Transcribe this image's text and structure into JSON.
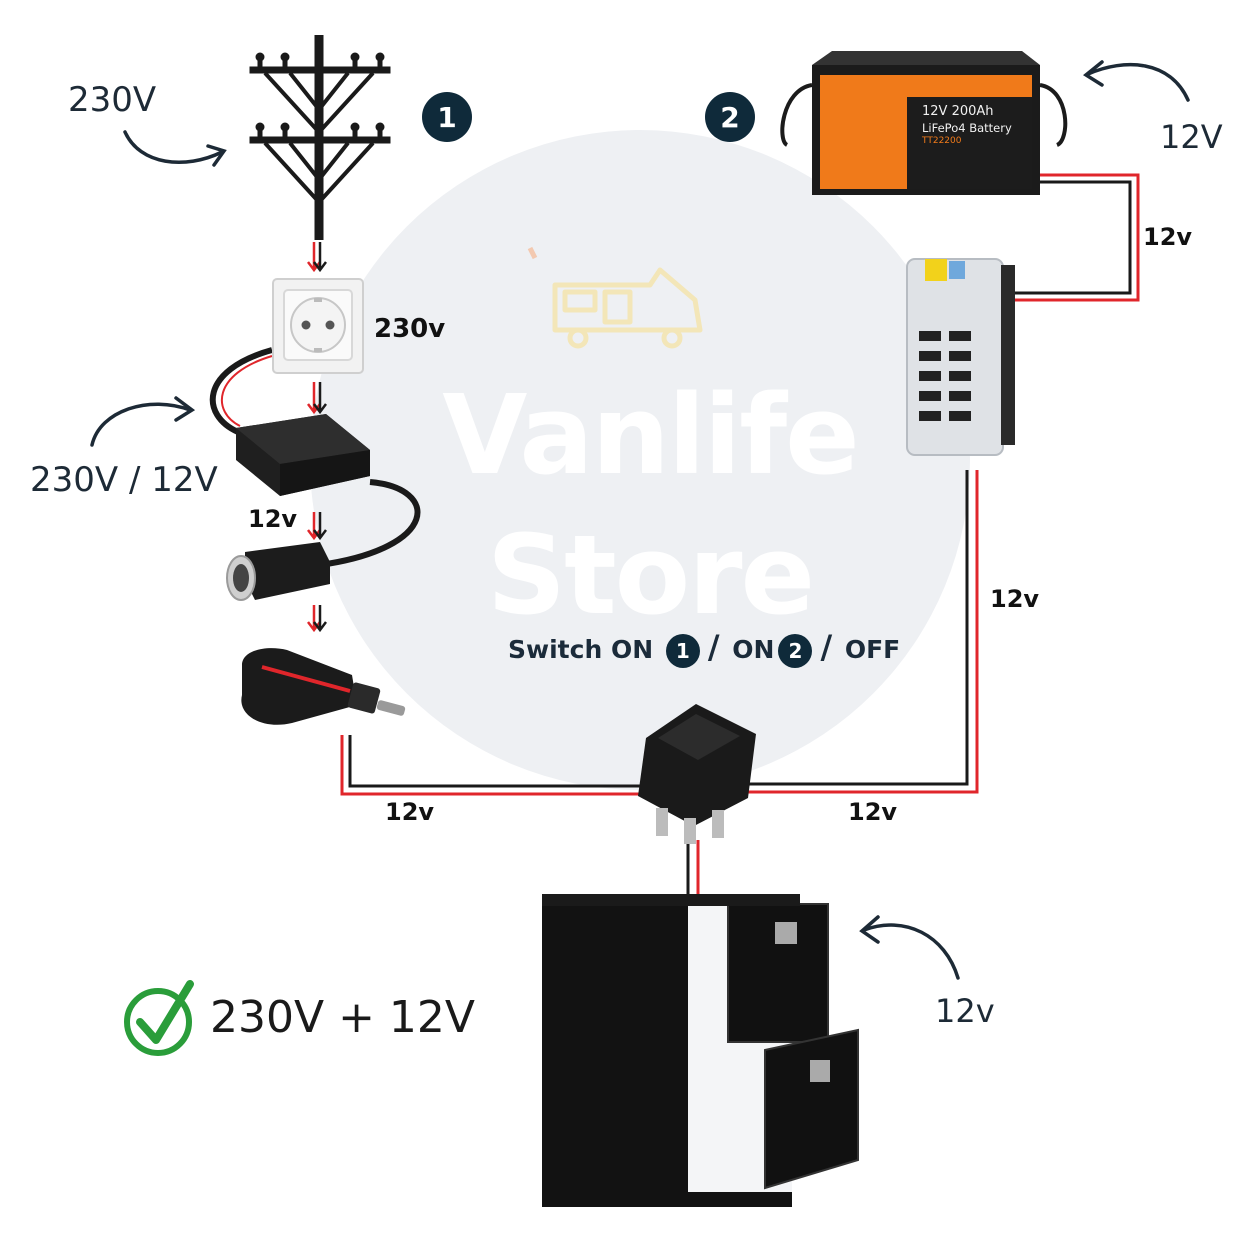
{
  "watermark": {
    "line1": "Vanlife",
    "line2": "Store"
  },
  "labels": {
    "grid_voltage": "230V",
    "adapter_voltage": "230V / 12V",
    "battery_voltage": "12V",
    "fridge_voltage": "12v",
    "socket_voltage": "230v",
    "adapter_out": "12v",
    "battery_to_fusebox": "12v",
    "fusebox_to_switch": "12v",
    "plug_to_switch": "12v",
    "switch_to_fridge": "12v"
  },
  "badges": {
    "source1": "1",
    "source2": "2"
  },
  "switch_caption": {
    "prefix": "Switch ON",
    "badge1": "1",
    "sep1": "/",
    "on2": "ON",
    "badge2": "2",
    "sep2": "/",
    "off": "OFF"
  },
  "battery": {
    "line1": "12V 200Ah",
    "line2": "LiFePo4 Battery",
    "model": "TT22200"
  },
  "summary": {
    "text": "230V + 12V"
  },
  "colors": {
    "badge": "#0f2a3a",
    "wire_red": "#e0262b",
    "wire_black": "#1a1a1a",
    "check_green": "#2a9d3a",
    "battery_orange": "#f07a1a",
    "watermark_circle": "#eef0f3"
  }
}
